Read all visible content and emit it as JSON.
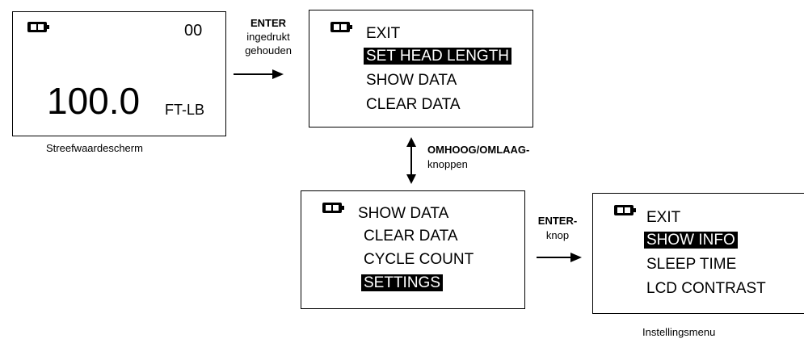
{
  "screens": {
    "target": {
      "counter": "00",
      "value": "100.0",
      "unit": "FT-LB",
      "caption": "Streefwaardescherm"
    },
    "main_menu": {
      "items": [
        "EXIT",
        "SET HEAD LENGTH",
        "SHOW DATA",
        "CLEAR DATA"
      ],
      "selected_index": 1
    },
    "main_menu_scrolled": {
      "items": [
        "SHOW DATA",
        "CLEAR DATA",
        "CYCLE COUNT",
        "SETTINGS"
      ],
      "selected_index": 3
    },
    "settings_menu": {
      "items": [
        "EXIT",
        "SHOW INFO",
        "SLEEP TIME",
        "LCD CONTRAST"
      ],
      "selected_index": 1,
      "caption": "Instellingsmenu"
    }
  },
  "transitions": {
    "enter_hold": {
      "bold": "ENTER",
      "line2": "ingedrukt",
      "line3": "gehouden"
    },
    "up_down": {
      "bold": "OMHOOG/OMLAAG-",
      "line2": "knoppen"
    },
    "enter_button": {
      "bold": "ENTER-",
      "line2": "knop"
    }
  },
  "icons": {
    "battery": "battery-icon",
    "arrow": "arrow-right-icon",
    "updown": "arrow-up-down-icon"
  },
  "colors": {
    "highlight_bg": "#000000",
    "highlight_fg": "#ffffff"
  }
}
